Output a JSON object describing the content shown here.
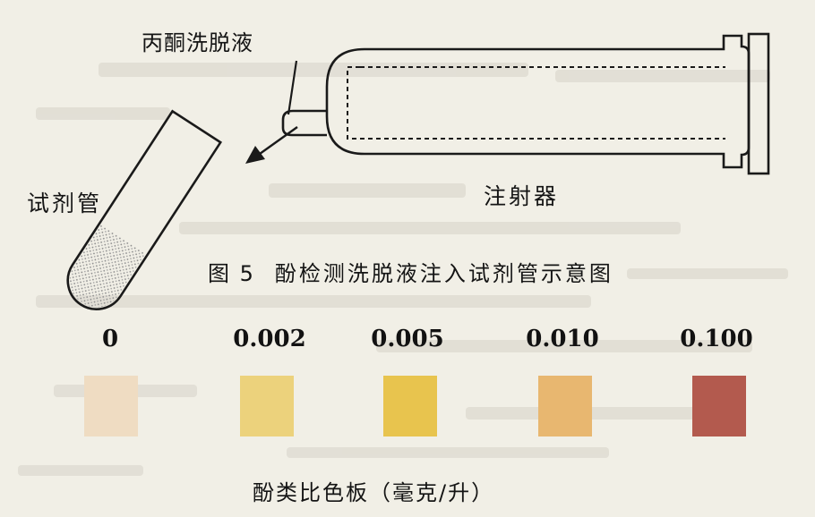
{
  "diagram": {
    "labels": {
      "acetone_eluent": "丙酮洗脱液",
      "reagent_tube": "试剂管",
      "syringe": "注射器"
    },
    "figure_caption": {
      "number": "图 5",
      "text": "酚检测洗脱液注入试剂管示意图"
    }
  },
  "color_scale": {
    "caption": "酚类比色板（毫克/升）",
    "swatches": [
      {
        "value": "0",
        "color": "#efdcc2"
      },
      {
        "value": "0.002",
        "color": "#ecd27c"
      },
      {
        "value": "0.005",
        "color": "#e8c44e"
      },
      {
        "value": "0.010",
        "color": "#e8b770"
      },
      {
        "value": "0.100",
        "color": "#b35a4e"
      }
    ]
  },
  "colors": {
    "paper": "#f1efe6",
    "ink": "#161616",
    "stipple": "#8f8f8f"
  }
}
